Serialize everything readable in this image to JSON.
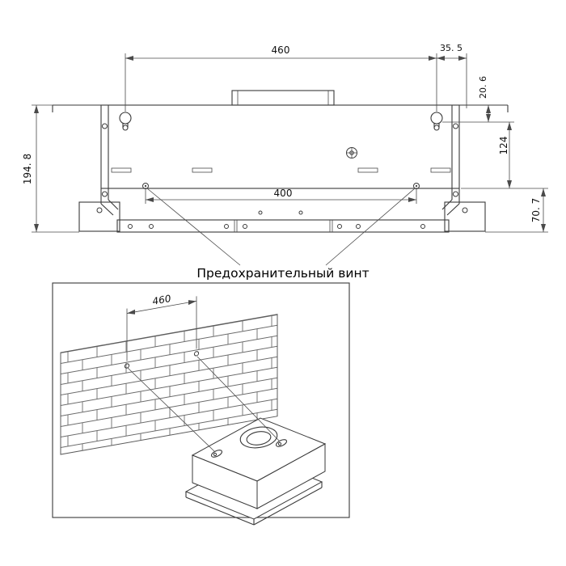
{
  "rear_view": {
    "dims": {
      "mount_width": "460",
      "right_offset": "35. 5",
      "top_to_hole": "20. 6",
      "hole_to_bottom": "124",
      "total_height": "194. 8",
      "lower_height": "70. 7",
      "inner_width": "400"
    },
    "safety_screw_label": "Предохранительный винт"
  },
  "wall_view": {
    "dims": {
      "mount_width": "460"
    }
  }
}
